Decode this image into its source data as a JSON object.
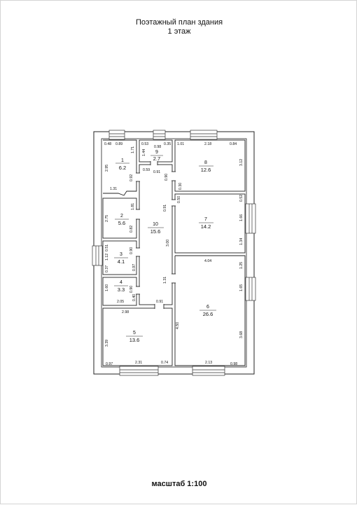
{
  "title": {
    "line1": "Поэтажный план здания",
    "line2": "1 этаж"
  },
  "scale": "масштаб 1:100",
  "rooms": [
    {
      "number": "1",
      "area": "6.2"
    },
    {
      "number": "2",
      "area": "5.6"
    },
    {
      "number": "3",
      "area": "4.1"
    },
    {
      "number": "4",
      "area": "3.3"
    },
    {
      "number": "5",
      "area": "13.6"
    },
    {
      "number": "6",
      "area": "26.6"
    },
    {
      "number": "7",
      "area": "14.2"
    },
    {
      "number": "8",
      "area": "12.6"
    },
    {
      "number": "9",
      "area": "2.7"
    },
    {
      "number": "10",
      "area": "15.6"
    }
  ],
  "dimensions": [
    "0.48",
    "0.89",
    "1.71",
    "2.95",
    "0.92",
    "1.31",
    "0.53",
    "0.35",
    "0.98",
    "1.44",
    "1.01",
    "2.18",
    "0.84",
    "3.12",
    "0.59",
    "0.91",
    "0.90",
    "0.30",
    "2.75",
    "1.81",
    "0.82",
    "0.50",
    "0.52",
    "1.66",
    "1.34",
    "0.91",
    "3.00",
    "1.12",
    "0.51",
    "0.90",
    "0.37",
    "0.97",
    "4.04",
    "1.25",
    "1.65",
    "1.31",
    "1.60",
    "0.90",
    "0.40",
    "2.05",
    "0.91",
    "2.98",
    "4.50",
    "3.68",
    "3.39",
    "0.97",
    "2.31",
    "0.74",
    "2.13",
    "0.98"
  ]
}
